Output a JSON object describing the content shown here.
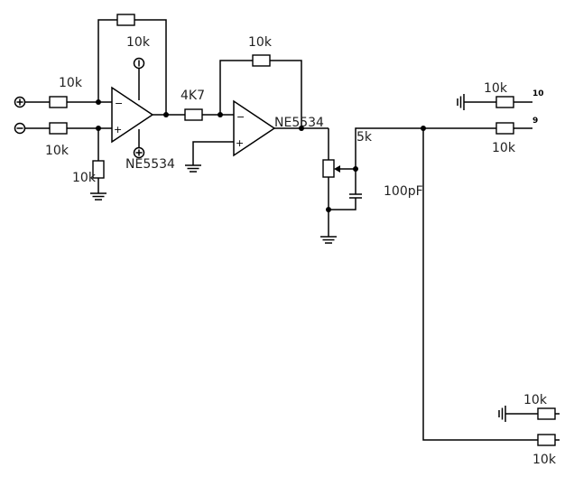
{
  "diagram": {
    "type": "circuit-schematic",
    "stage1": {
      "opamp_label": "NE5534",
      "input_plus_symbol": "+",
      "input_minus_symbol": "−",
      "r_in_top": "10k",
      "r_in_bottom": "10k",
      "r_ground": "10k",
      "r_feedback": "10k",
      "supply_top_symbol": "−",
      "supply_bottom_symbol": "+"
    },
    "stage2": {
      "opamp_label": "NE5534",
      "r_in": "4K7",
      "r_feedback": "10k"
    },
    "trim": {
      "pot": "5k",
      "cap": "100pF"
    },
    "outputs": {
      "top_r1": "10k",
      "top_r2": "10k",
      "pin_a": "10",
      "pin_b": "9",
      "bottom_r1": "10k",
      "bottom_r2": "10k"
    },
    "opamp_pin_minus": "−",
    "opamp_pin_plus": "+"
  }
}
